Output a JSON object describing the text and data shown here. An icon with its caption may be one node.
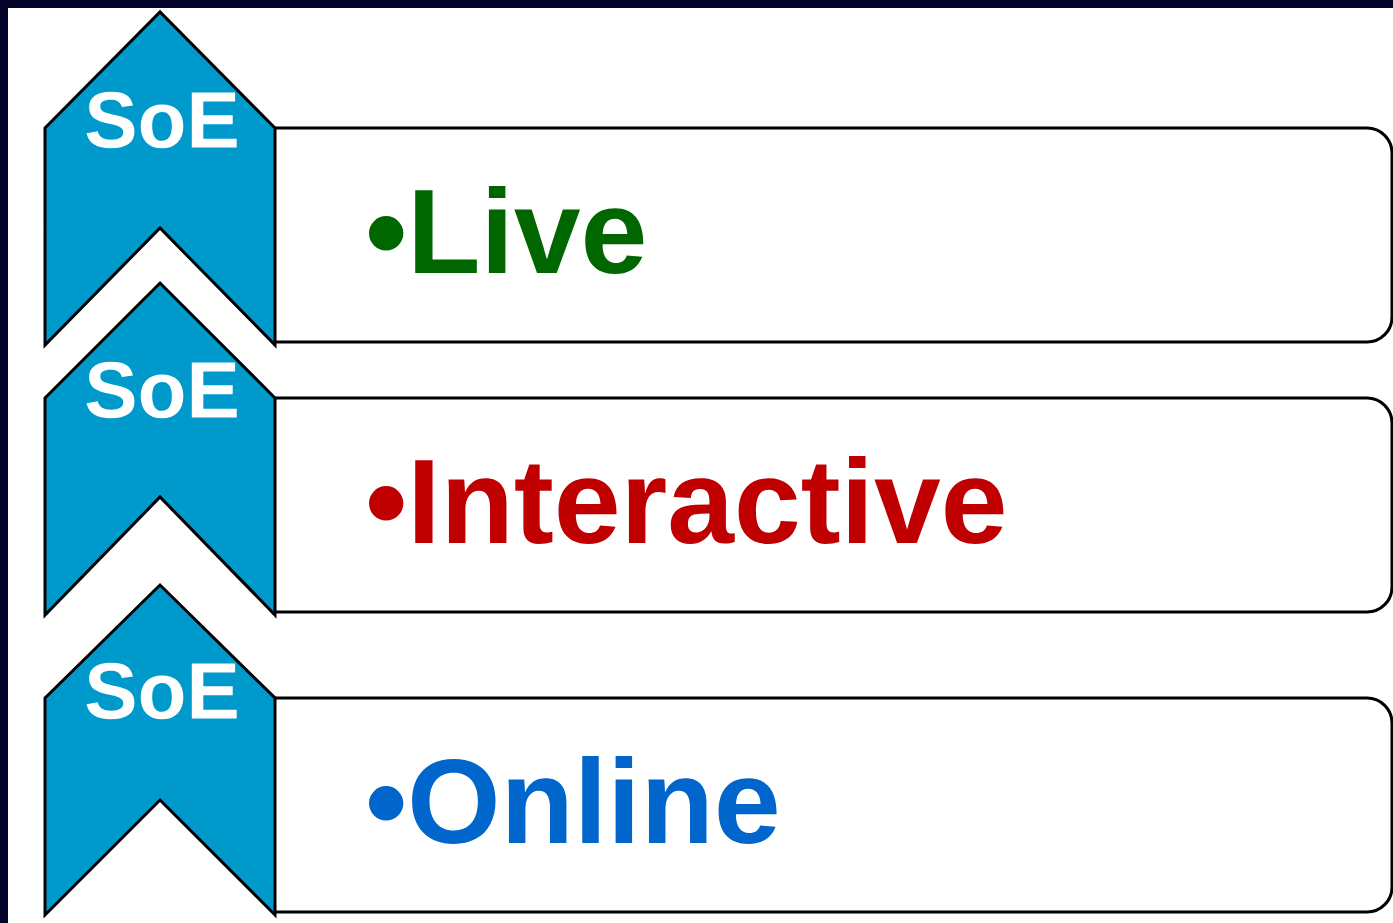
{
  "diagram": {
    "nodes": [
      {
        "text": [
          "SoE"
        ]
      },
      {
        "text": [
          "•Live"
        ]
      },
      {
        "text": [
          "SoE"
        ]
      },
      {
        "text": [
          "•Interactive"
        ]
      },
      {
        "text": [
          "SoE"
        ]
      },
      {
        "text": [
          "•Online"
        ]
      }
    ]
  }
}
